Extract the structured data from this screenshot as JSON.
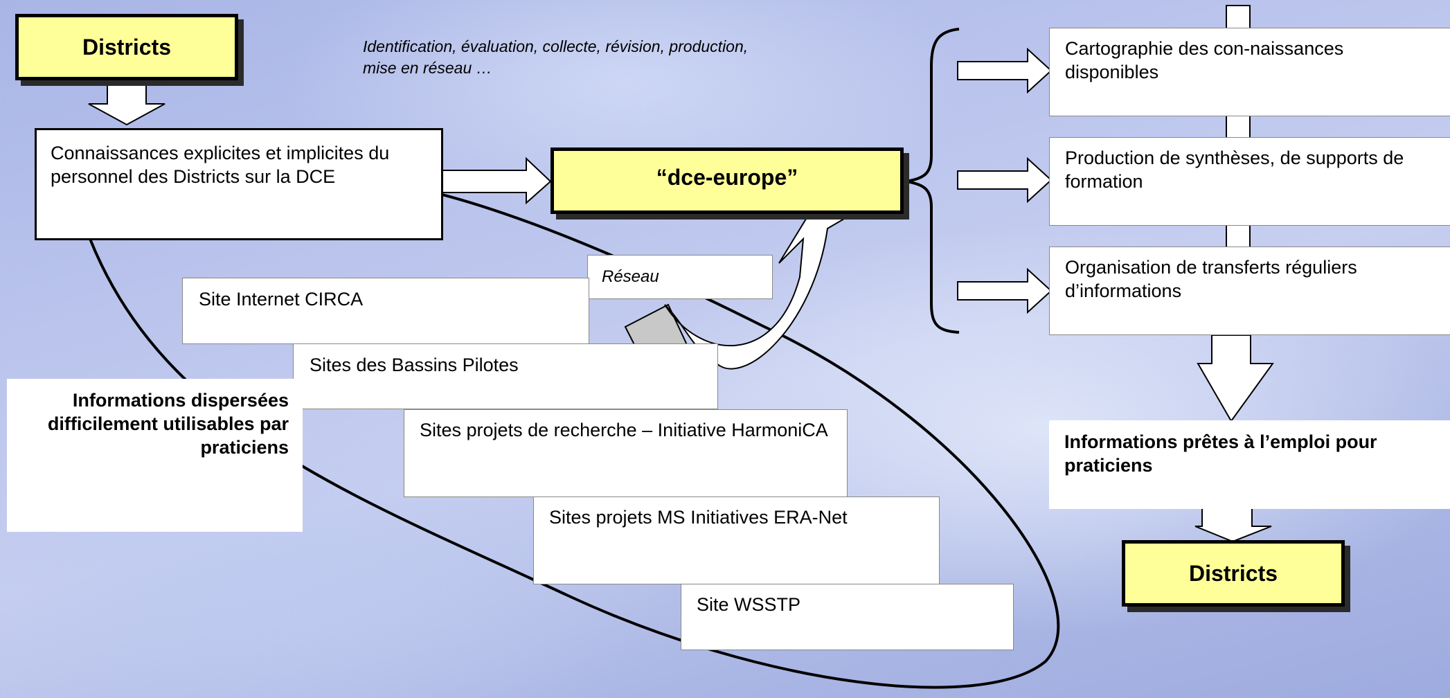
{
  "districts_top": "Districts",
  "process_note": "Identification, évaluation, collecte, révision, production, mise en réseau …",
  "knowledge_box": "Connaissances explicites et implicites du personnel des Districts sur la DCE",
  "hub": "“dce-europe”",
  "network_label": "Réseau",
  "sites": [
    "Site Internet CIRCA",
    "Sites des Bassins Pilotes",
    "Sites projets de recherche – Initiative HarmoniCA",
    "Sites projets MS Initiatives ERA-Net",
    "Site WSSTP"
  ],
  "dispersed_info": "Informations dispersées difficilement utilisables par praticiens",
  "outputs": [
    "Cartographie des con-naissances disponibles",
    "Production de synthèses, de supports de formation",
    "Organisation de transferts réguliers d’informations"
  ],
  "ready_info": "Informations prêtes à l’emploi pour praticiens",
  "districts_bottom": "Districts"
}
